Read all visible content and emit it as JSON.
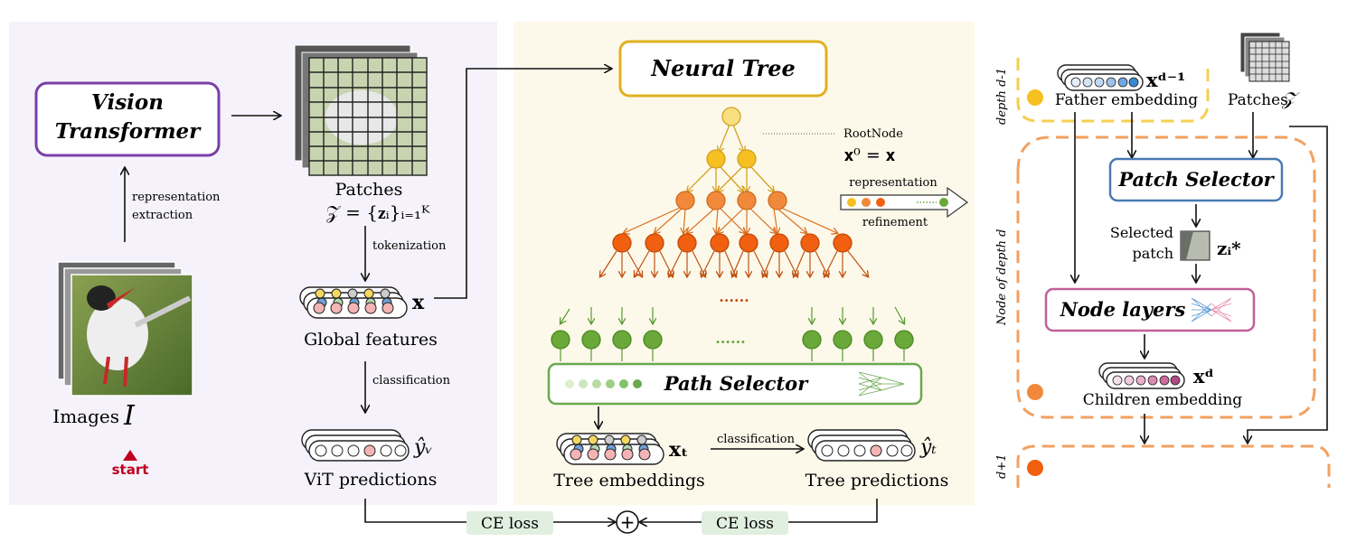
{
  "vit": {
    "title_line1": "Vision",
    "title_line2": "Transformer",
    "rep_extraction_line1": "representation",
    "rep_extraction_line2": "extraction",
    "images_label": "Images",
    "images_symbol": "I",
    "start_label": "start",
    "patches_label": "Patches",
    "patches_formula": "𝒵 = {𝐳ᵢ}ᵢ₌₁ᴷ",
    "tokenization": "tokenization",
    "x_symbol": "𝐱",
    "global_features": "Global features",
    "classification": "classification",
    "y_v_symbol": "ŷᵥ",
    "vit_predictions": "ViT predictions"
  },
  "tree": {
    "neural_tree": "Neural Tree",
    "root_node": "RootNode",
    "root_formula": "𝐱⁰ = 𝐱",
    "representation": "representation",
    "refinement": "refinement",
    "dots_mid": "......",
    "dots_leaf": "......",
    "path_selector": "Path Selector",
    "x_t_symbol": "𝐱ₜ",
    "tree_embeddings": "Tree embeddings",
    "classification": "classification",
    "y_t_symbol": "ŷₜ",
    "tree_predictions": "Tree predictions",
    "ce_loss_left": "CE loss",
    "ce_loss_right": "CE loss",
    "plus": "+"
  },
  "node": {
    "depth_prev": "depth d-1",
    "father_embedding": "Father embedding",
    "x_prev_symbol": "𝐱ᵈ⁻¹",
    "patches_label": "Patches",
    "patches_symbol": "𝒵",
    "node_depth": "Node of depth d",
    "patch_selector": "Patch Selector",
    "selected_line1": "Selected",
    "selected_line2": "patch",
    "z_selected_symbol": "𝐳ᵢ*",
    "node_layers": "Node layers",
    "x_d_symbol": "𝐱ᵈ",
    "children_embedding": "Children embedding",
    "depth_next": "d+1"
  },
  "colors": {
    "vit_border": "#7a3fa6",
    "tree_border": "#e0b020",
    "path_selector_border": "#6aa84f",
    "patch_selector_border": "#4a7ab0",
    "node_layers_border": "#c0609a",
    "dashed_yellow": "#f5cf50",
    "dashed_orange": "#f3a060",
    "start_red": "#c00020",
    "ce_box": "#e0efe0"
  }
}
